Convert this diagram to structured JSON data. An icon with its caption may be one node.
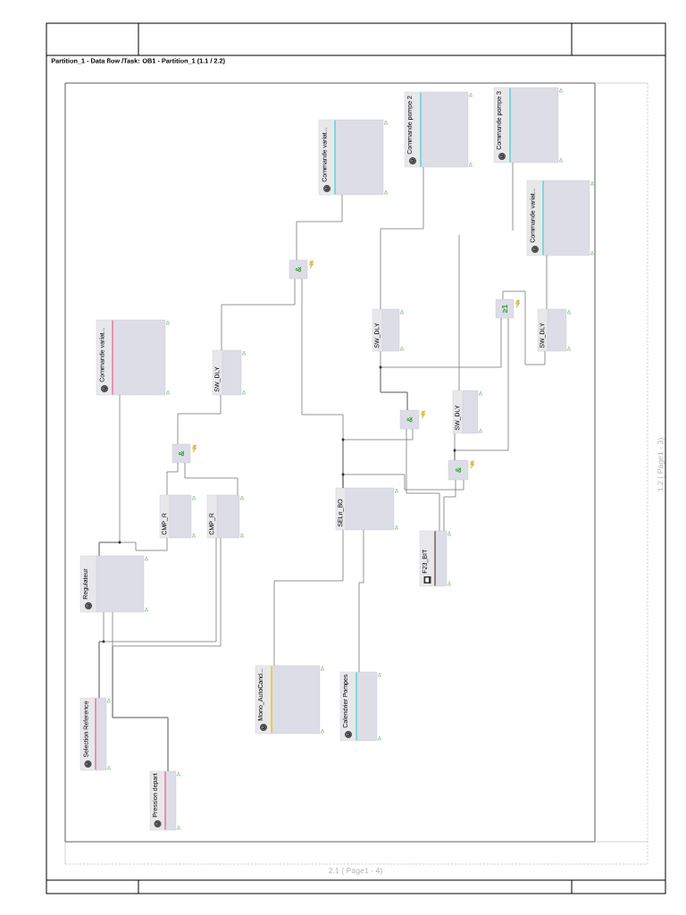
{
  "diagram": {
    "title": "Partition_1 - Data flow /Task: OB1 - Partition_1 (1.1 / 2.2)",
    "nodes": [
      {
        "text": [
          "Commande pompe 3"
        ]
      },
      {
        "text": [
          "Commande pompe 2"
        ]
      },
      {
        "text": [
          "Commande variat..."
        ]
      },
      {
        "text": [
          "Commande variat..."
        ]
      },
      {
        "text": [
          "&"
        ]
      },
      {
        "text": [
          "≥1"
        ]
      },
      {
        "text": [
          "SW_DLY"
        ]
      },
      {
        "text": [
          "SW_DLY"
        ]
      },
      {
        "text": [
          "Commande variat..."
        ]
      },
      {
        "text": [
          "SW_DLY"
        ]
      },
      {
        "text": [
          "SW_DLY"
        ]
      },
      {
        "text": [
          "&"
        ]
      },
      {
        "text": [
          "&"
        ]
      },
      {
        "text": [
          "&"
        ]
      },
      {
        "text": [
          "SELn_BO"
        ]
      },
      {
        "text": [
          "CMP_R"
        ]
      },
      {
        "text": [
          "CMP_R"
        ]
      },
      {
        "text": [
          "F23_BIT"
        ]
      },
      {
        "text": [
          "Regulateur"
        ]
      },
      {
        "text": [
          "Mono_AutoCand..."
        ]
      },
      {
        "text": [
          "Calendrier Pompes"
        ]
      },
      {
        "text": [
          "Selection Reference"
        ]
      },
      {
        "text": [
          "Pression depart"
        ]
      }
    ],
    "edges": [
      {
        "from": null,
        "to": 0,
        "arrow": "none"
      },
      {
        "from": 6,
        "to": 1,
        "arrow": "none"
      },
      {
        "from": 4,
        "to": 2,
        "arrow": "none"
      },
      {
        "from": 7,
        "to": 3,
        "arrow": "none"
      },
      {
        "from": 18,
        "to": 8,
        "arrow": "none"
      },
      {
        "from": 12,
        "to": 9,
        "arrow": "none"
      },
      {
        "from": 15,
        "to": 12,
        "arrow": "none"
      },
      {
        "from": 16,
        "to": 12,
        "arrow": "none"
      },
      {
        "from": 18,
        "to": 15,
        "arrow": "none"
      },
      {
        "from": 21,
        "to": 16,
        "arrow": "none"
      },
      {
        "from": 22,
        "to": 16,
        "arrow": "none"
      },
      {
        "from": 21,
        "to": 18,
        "arrow": "none"
      },
      {
        "from": 22,
        "to": 18,
        "arrow": "none"
      },
      {
        "from": 11,
        "to": 6,
        "arrow": "none"
      },
      {
        "from": 5,
        "to": 7,
        "arrow": "none"
      },
      {
        "from": 11,
        "to": 5,
        "arrow": "none"
      },
      {
        "from": 13,
        "to": 5,
        "arrow": "none"
      },
      {
        "from": 14,
        "to": 11,
        "arrow": "none"
      },
      {
        "from": 17,
        "to": 11,
        "arrow": "none"
      },
      {
        "from": 13,
        "to": 10,
        "arrow": "none"
      },
      {
        "from": 10,
        "to": null,
        "arrow": "none"
      },
      {
        "from": 14,
        "to": 13,
        "arrow": "none"
      },
      {
        "from": 17,
        "to": 13,
        "arrow": "none"
      },
      {
        "from": 19,
        "to": 14,
        "arrow": "none"
      },
      {
        "from": 20,
        "to": 14,
        "arrow": "none"
      },
      {
        "from": 9,
        "to": 4,
        "arrow": "none"
      },
      {
        "from": 14,
        "to": 4,
        "arrow": "none"
      }
    ],
    "labels": [
      "1.2 ( Page1 - 3)",
      "2.1 ( Page1 - 4)"
    ]
  }
}
